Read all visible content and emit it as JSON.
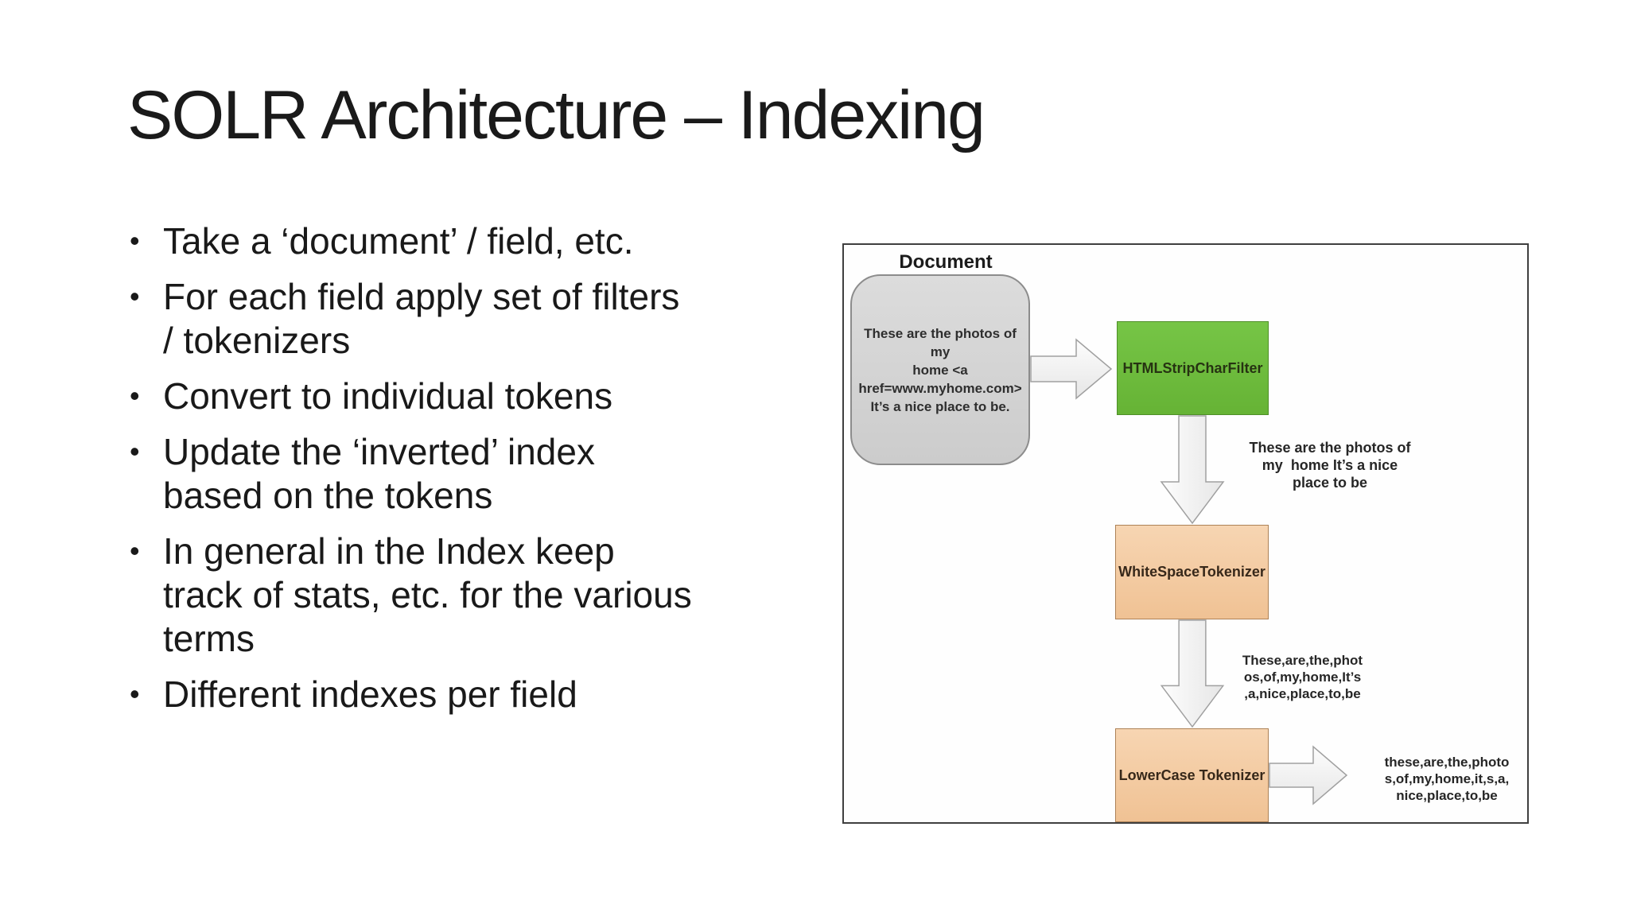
{
  "slide": {
    "title": "SOLR Architecture – Indexing",
    "bullets": [
      "Take a ‘document’ / field, etc.",
      "For each field apply set of filters\n/ tokenizers",
      "Convert to individual tokens",
      "Update the ‘inverted’ index\nbased on the tokens",
      "In general in the Index keep\ntrack of stats, etc. for the various\nterms",
      "Different indexes per field"
    ]
  },
  "diagram": {
    "title": "Document",
    "document_box": "These are the photos of my\nhome <a\nhref=www.myhome.com>\nIt’s a nice place to be.",
    "nodes": {
      "html_strip": "HTMLStripCharFilter",
      "whitespace": "WhiteSpaceTokenizer",
      "lowercase": "LowerCase Tokenizer"
    },
    "annotations": {
      "after_html_strip": "These are the photos of\nmy  home It’s a nice\nplace to be",
      "after_whitespace": "These,are,the,phot\nos,of,my,home,It’s\n,a,nice,place,to,be",
      "after_lowercase": "these,are,the,photo\ns,of,my,home,it,s,a,\nnice,place,to,be"
    },
    "colors": {
      "green_box": "#71c03f",
      "orange_box": "#f5cba3",
      "gray_box": "#d6d6d6",
      "frame_border": "#3f3f3f",
      "arrow_fill": "#f2f2f2",
      "arrow_stroke": "#a0a0a0"
    }
  }
}
